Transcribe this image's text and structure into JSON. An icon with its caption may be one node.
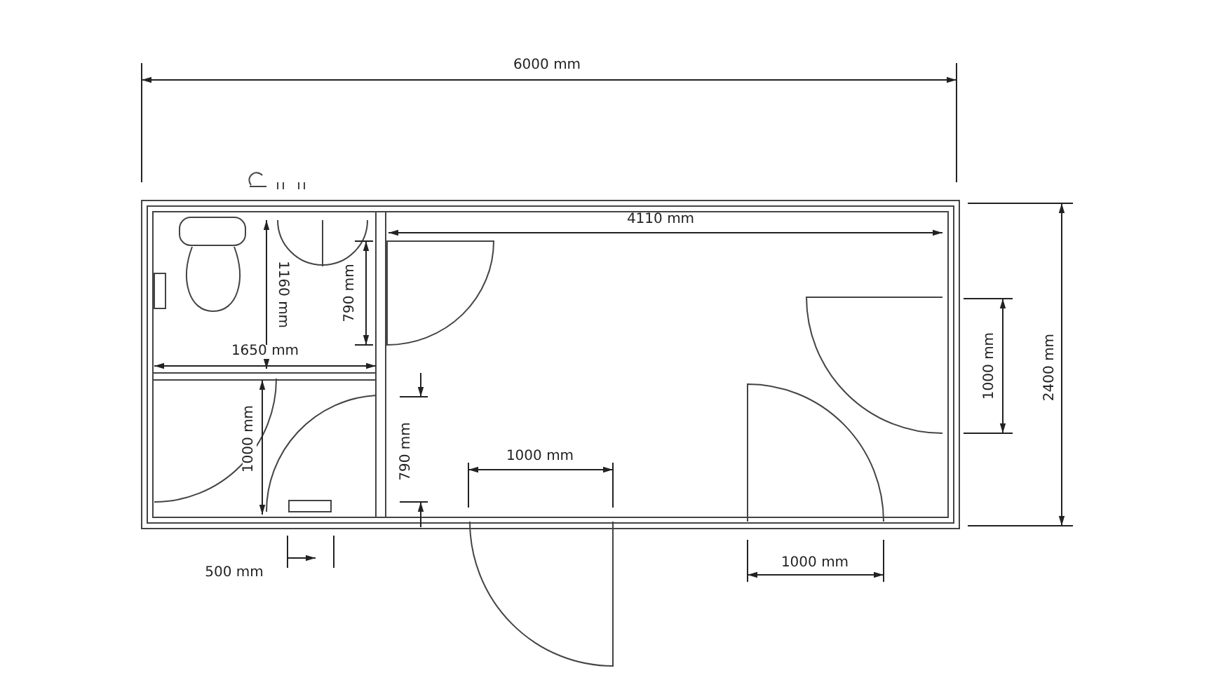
{
  "diagram": {
    "labels": [
      "6000 mm",
      "4110 mm",
      "1160 mm",
      "790 mm",
      "1650 mm",
      "1000 mm",
      "2400 mm",
      "1000 mm",
      "790 mm",
      "1000 mm",
      "500 mm",
      "1000 mm"
    ]
  }
}
